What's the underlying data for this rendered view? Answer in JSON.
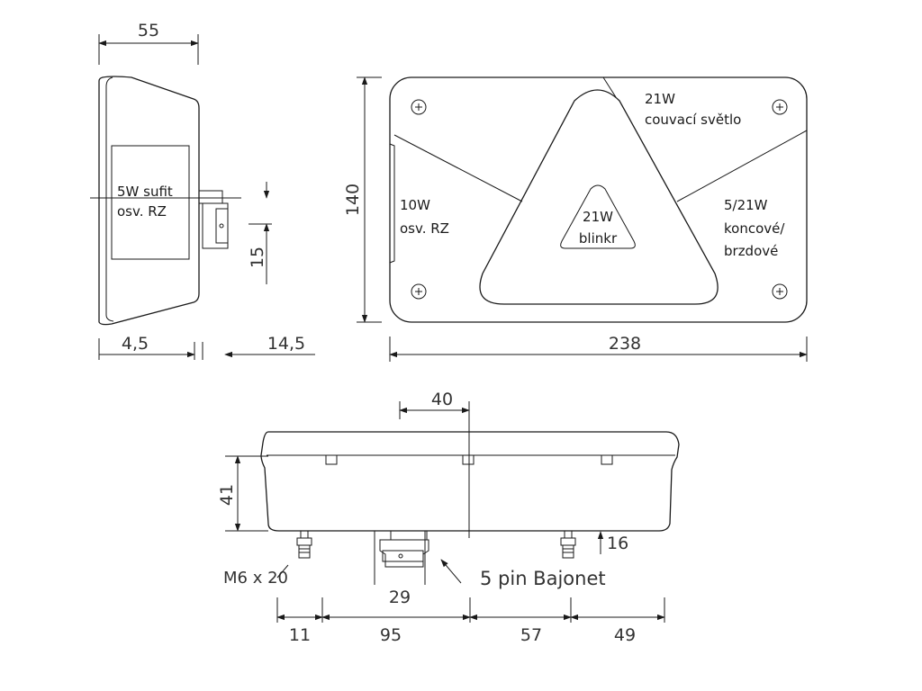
{
  "side_view": {
    "dim_top": "55",
    "dim_height": "15",
    "dim_bottom_left": "4,5",
    "dim_bottom_right": "14,5",
    "bulb_label_line1": "5W sufit",
    "bulb_label_line2": "osv. RZ"
  },
  "front_view": {
    "dim_height": "140",
    "dim_width": "238",
    "reverse_line1": "21W",
    "reverse_line2": "couvací světlo",
    "plate_line1": "10W",
    "plate_line2": "osv. RZ",
    "indicator_line1": "21W",
    "indicator_line2": "blinkr",
    "tail_line1": "5/21W",
    "tail_line2": "koncové/",
    "tail_line3": "brzdové"
  },
  "bottom_view": {
    "dim_center": "40",
    "dim_height": "41",
    "dim_stud": "16",
    "dim_connector": "29",
    "stud_label": "M6 x 20",
    "connector_label": "5 pin Bajonet",
    "dim_seg1": "11",
    "dim_seg2": "95",
    "dim_seg3": "57",
    "dim_seg4": "49"
  }
}
